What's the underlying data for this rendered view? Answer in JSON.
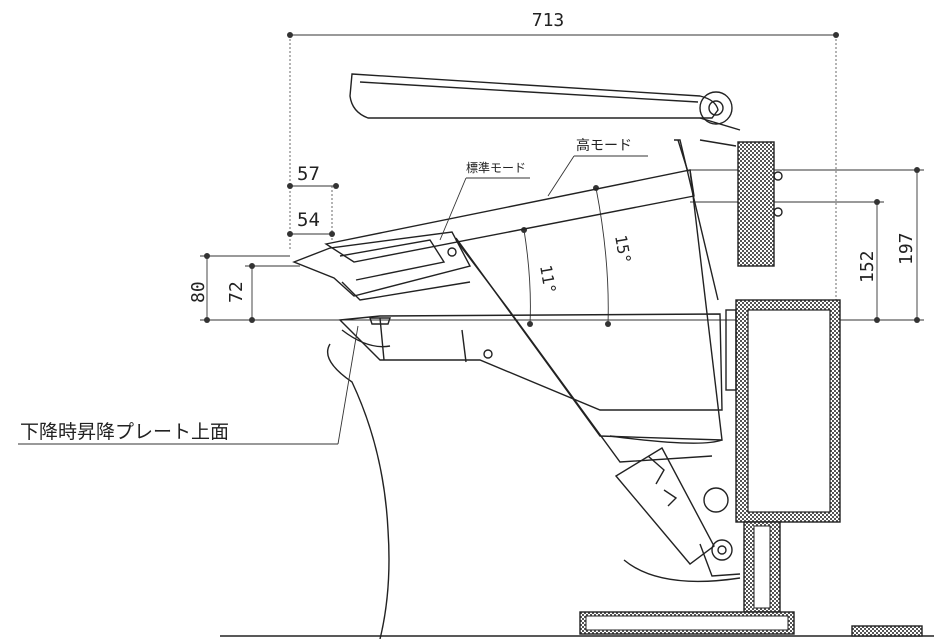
{
  "dimensions": {
    "overall_width": "713",
    "offset_upper": "57",
    "offset_lower": "54",
    "height_outer_left": "80",
    "height_inner_left": "72",
    "height_inner_right": "152",
    "height_outer_right": "197",
    "angle_standard": "11°",
    "angle_high": "15°"
  },
  "labels": {
    "high_mode": "高モード",
    "standard_mode": "標準モード",
    "plate_top": "下降時昇降プレート上面"
  }
}
